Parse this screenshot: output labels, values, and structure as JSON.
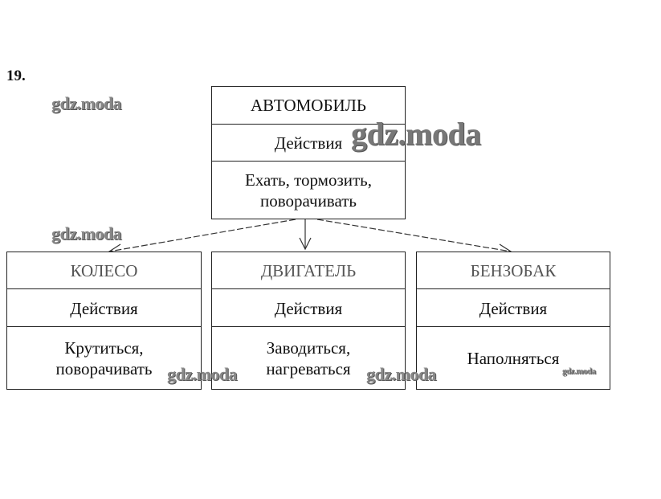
{
  "task_number": "19.",
  "root": {
    "title": "АВТОМОБИЛЬ",
    "section": "Действия",
    "actions": "Ехать, тормозить, поворачивать"
  },
  "children": [
    {
      "title": "КОЛЕСО",
      "section": "Действия",
      "actions": "Крутиться, поворачивать"
    },
    {
      "title": "ДВИГАТЕЛЬ",
      "section": "Действия",
      "actions": "Заводиться, нагреваться"
    },
    {
      "title": "БЕНЗОБАК",
      "section": "Действия",
      "actions": "Наполняться"
    }
  ],
  "watermark": "gdz.moda"
}
